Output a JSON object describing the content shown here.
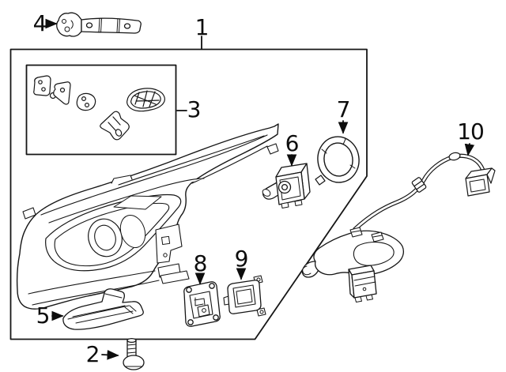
{
  "figure": {
    "kind": "exploded-parts-diagram",
    "subject": "headlamp assembly and components",
    "background_color": "#ffffff",
    "line_color": "#161616"
  },
  "callouts": [
    {
      "number": "1",
      "part": "headlamp-assembly-box"
    },
    {
      "number": "2",
      "part": "mounting-bolt"
    },
    {
      "number": "3",
      "part": "mounting-clip-kit"
    },
    {
      "number": "4",
      "part": "upper-mounting-bracket"
    },
    {
      "number": "5",
      "part": "lower-trim-bracket"
    },
    {
      "number": "6",
      "part": "bulb-and-socket"
    },
    {
      "number": "7",
      "part": "seal-retaining-ring"
    },
    {
      "number": "8",
      "part": "control-module"
    },
    {
      "number": "9",
      "part": "control-module-cover"
    },
    {
      "number": "10",
      "part": "wiring-harness"
    }
  ]
}
